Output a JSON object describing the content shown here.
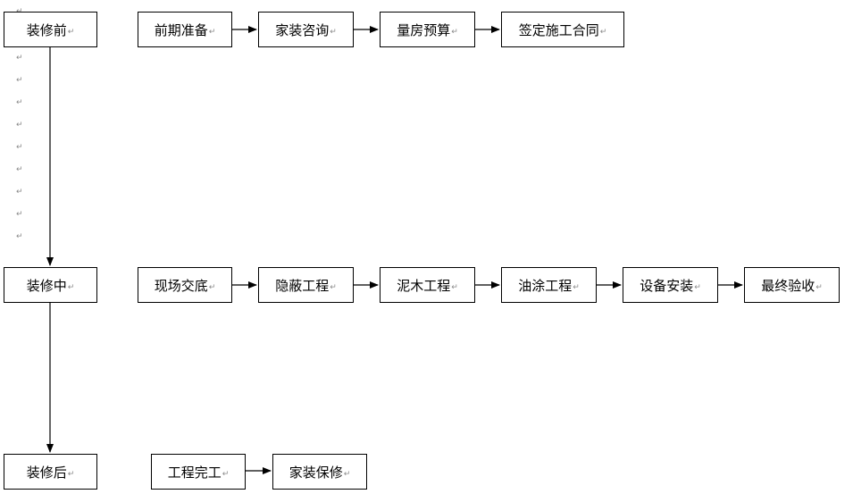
{
  "paragraph_mark": "↵",
  "stages": [
    {
      "label": "装修前",
      "steps": [
        "前期准备",
        "家装咨询",
        "量房预算",
        "签定施工合同"
      ]
    },
    {
      "label": "装修中",
      "steps": [
        "现场交底",
        "隐蔽工程",
        "泥木工程",
        "油涂工程",
        "设备安装",
        "最终验收"
      ]
    },
    {
      "label": "装修后",
      "steps": [
        "工程完工",
        "家装保修"
      ]
    }
  ]
}
